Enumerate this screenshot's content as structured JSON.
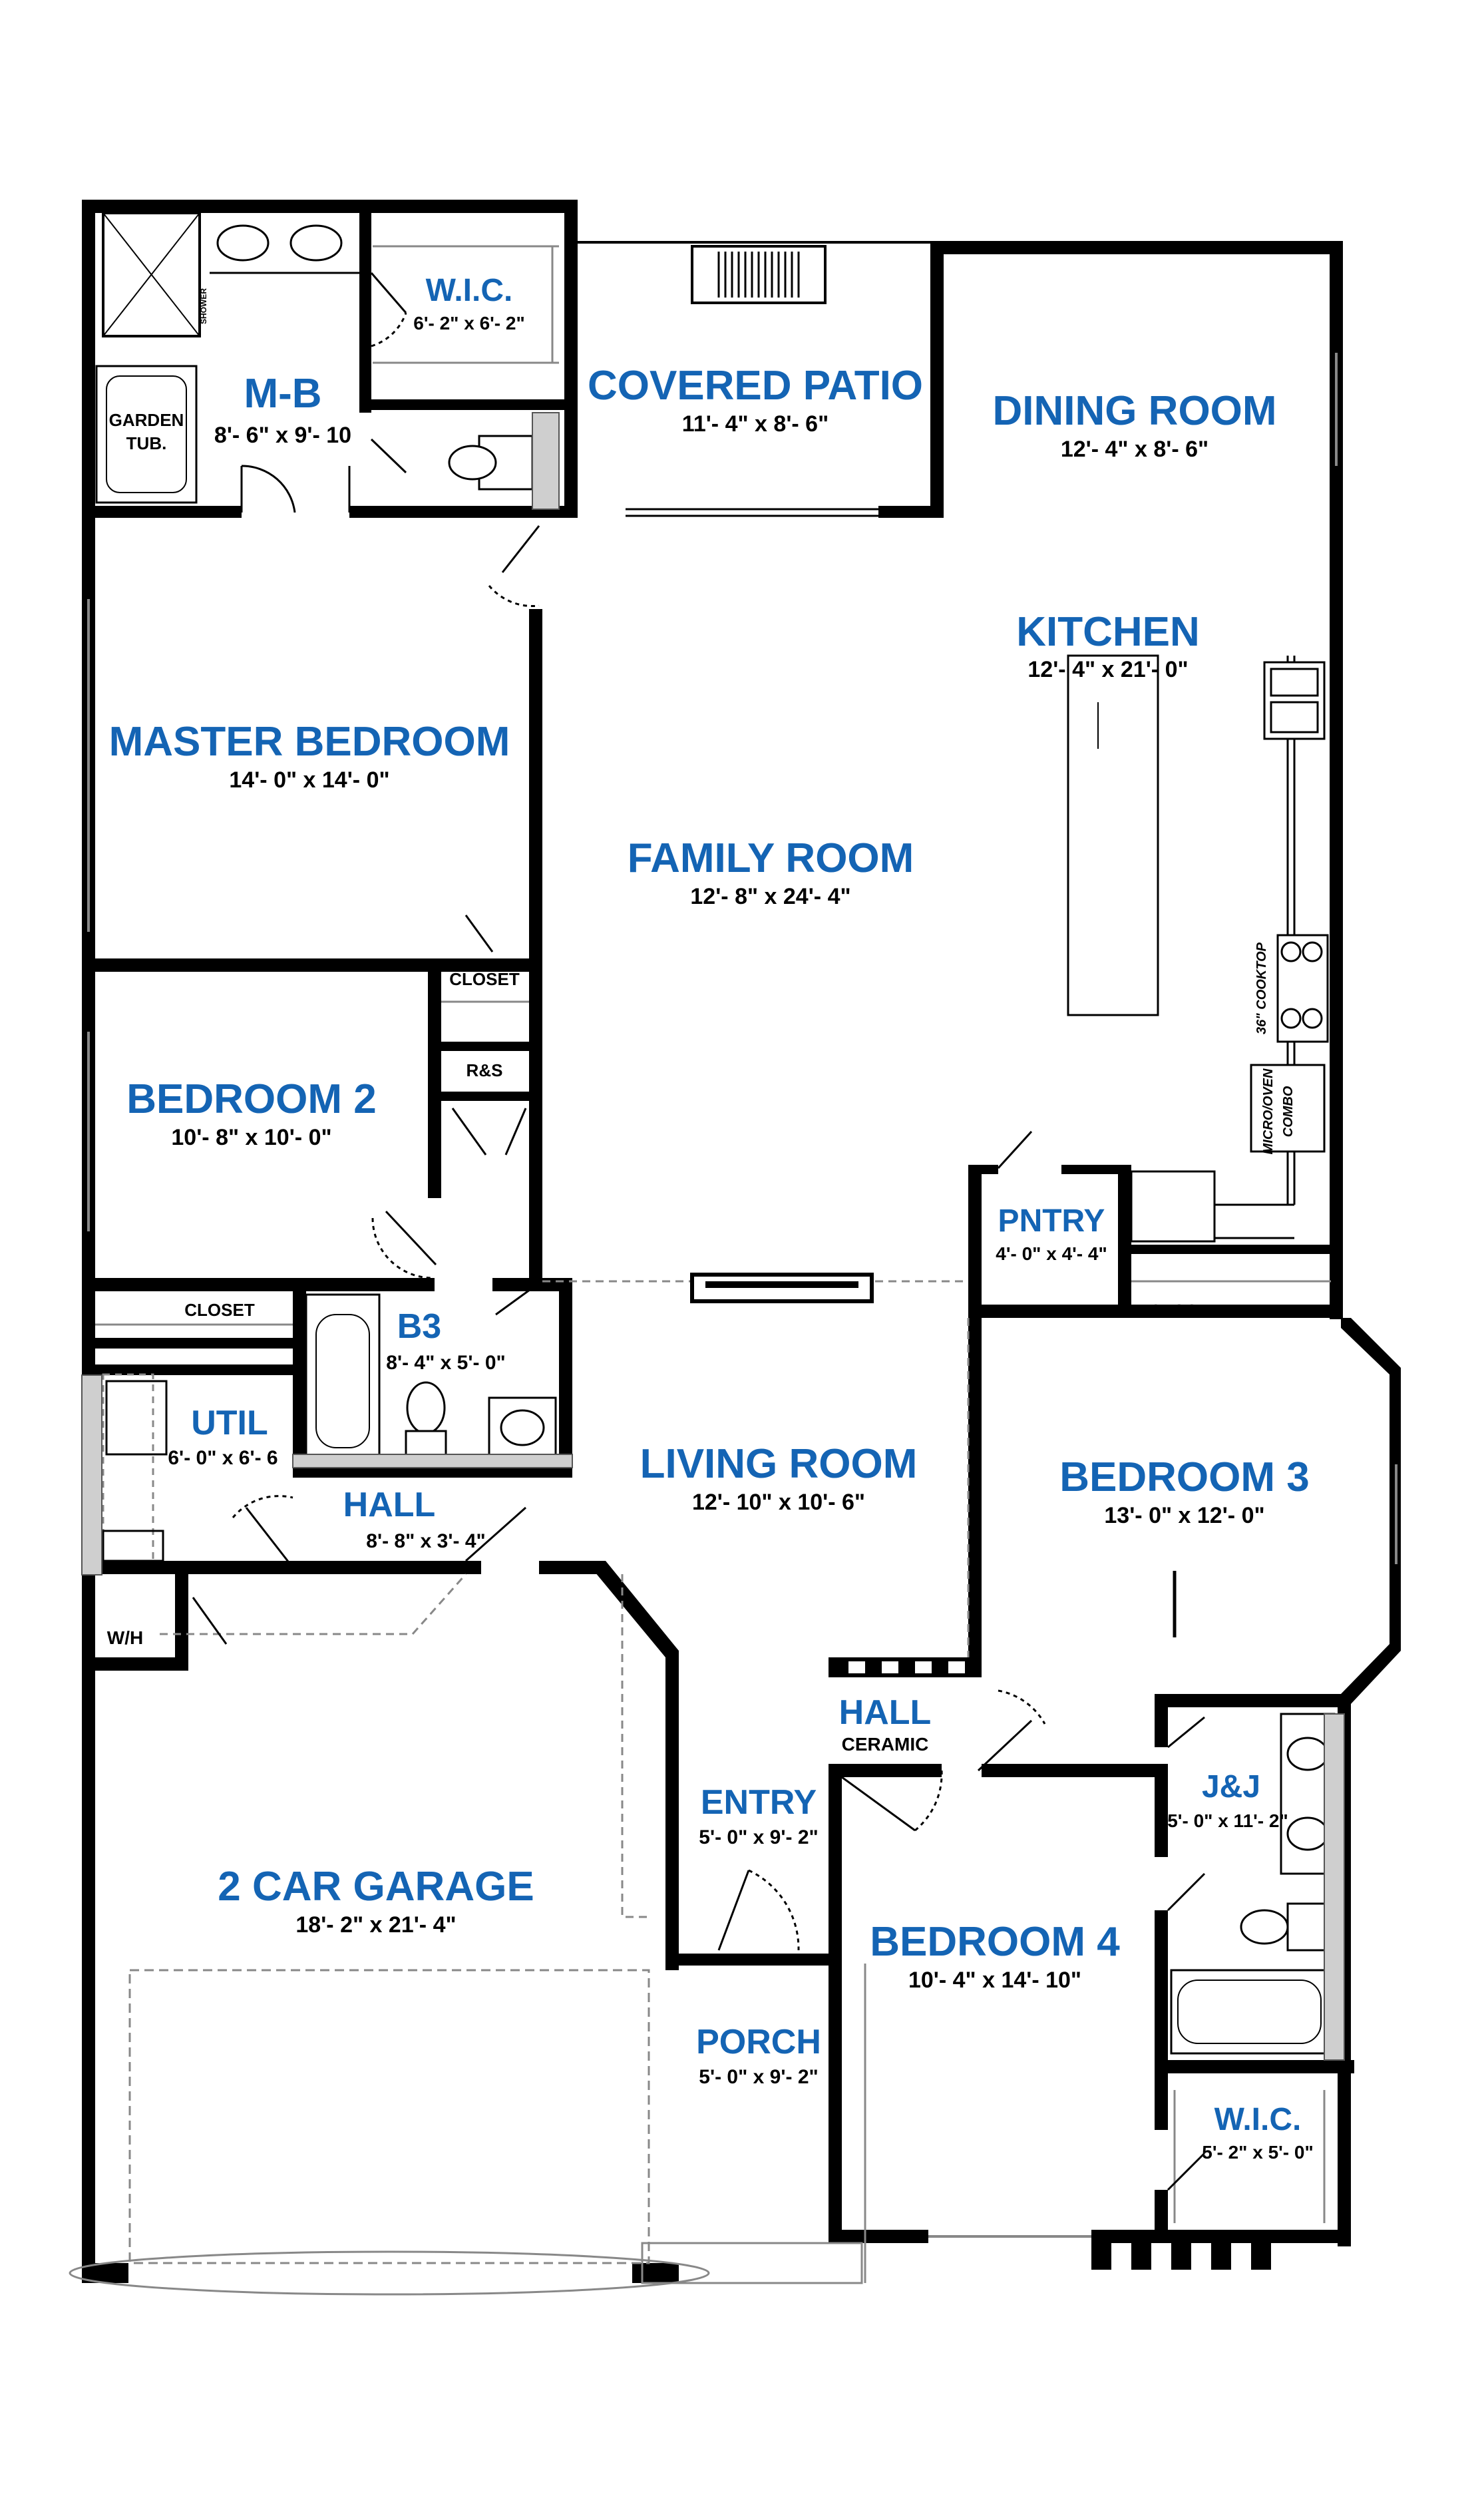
{
  "rooms": {
    "master_bath": {
      "name": "M-B",
      "dims": "8'- 6\" x 9'- 10"
    },
    "garden_tub_line1": "GARDEN",
    "garden_tub_line2": "TUB.",
    "shower": "SHOWER",
    "wic_master": {
      "name": "W.I.C.",
      "dims": "6'- 2\" x 6'- 2\""
    },
    "covered_patio": {
      "name": "COVERED PATIO",
      "dims": "11'- 4\" x 8'- 6\""
    },
    "dining_room": {
      "name": "DINING ROOM",
      "dims": "12'- 4\" x 8'- 6\""
    },
    "kitchen": {
      "name": "KITCHEN",
      "dims": "12'- 4\" x 21'- 0\""
    },
    "master_bedroom": {
      "name": "MASTER BEDROOM",
      "dims": "14'- 0\" x 14'- 0\""
    },
    "family_room": {
      "name": "FAMILY ROOM",
      "dims": "12'- 8\" x 24'- 4\""
    },
    "closet_master": "CLOSET",
    "rs": "R&S",
    "bedroom2": {
      "name": "BEDROOM 2",
      "dims": "10'- 8\" x 10'- 0\""
    },
    "closet_bed2": "CLOSET",
    "b3": {
      "name": "B3",
      "dims": "8'- 4\" x 5'- 0\""
    },
    "util": {
      "name": "UTIL",
      "dims": "6'- 0\" x 6'- 6"
    },
    "hall_upper": {
      "name": "HALL",
      "dims": "8'- 8\" x 3'- 4\""
    },
    "living_room": {
      "name": "LIVING ROOM",
      "dims": "12'- 10\" x 10'- 6\""
    },
    "pntry": {
      "name": "PNTRY",
      "dims": "4'- 0\" x 4'- 4\""
    },
    "closet_bed3": "CLOSET",
    "bedroom3": {
      "name": "BEDROOM 3",
      "dims": "13'- 0\" x 12'- 0\""
    },
    "wh": "W/H",
    "hall_ceramic": {
      "name": "HALL",
      "sub": "CERAMIC"
    },
    "entry": {
      "name": "ENTRY",
      "dims": "5'- 0\" x 9'- 2\""
    },
    "garage": {
      "name": "2 CAR GARAGE",
      "dims": "18'- 2\" x 21'- 4\""
    },
    "jj": {
      "name": "J&J",
      "dims": "5'- 0\" x 11'- 2\""
    },
    "bedroom4": {
      "name": "BEDROOM 4",
      "dims": "10'- 4\" x 14'- 10\""
    },
    "porch": {
      "name": "PORCH",
      "dims": "5'- 0\" x 9'- 2\""
    },
    "wic_bed4": {
      "name": "W.I.C.",
      "dims": "5'- 2\" x 5'- 0\""
    },
    "cooktop": "36\" COOKTOP",
    "micro_line1": "MICRO/OVEN",
    "micro_line2": "COMBO"
  }
}
